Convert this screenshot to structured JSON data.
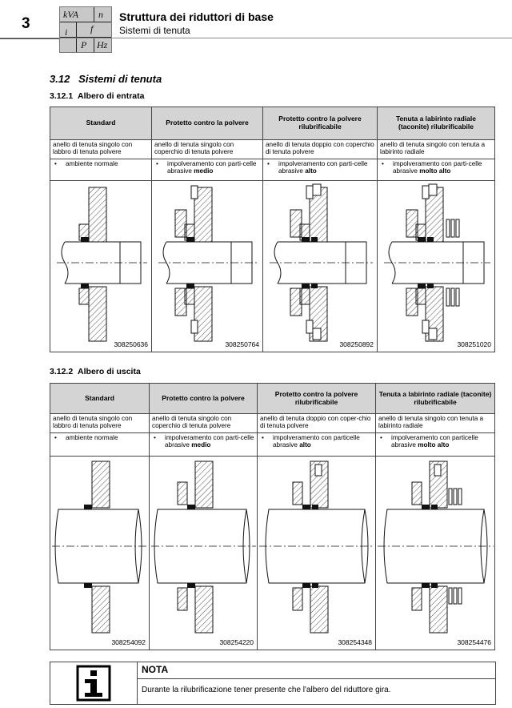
{
  "header": {
    "chapter_number": "3",
    "title": "Struttura dei riduttori di base",
    "subtitle": "Sistemi di tenuta",
    "logo": {
      "symbols": [
        "kVA",
        "n",
        "f",
        "i",
        "P",
        "Hz"
      ]
    }
  },
  "section": {
    "number": "3.12",
    "title": "Sistemi di tenuta"
  },
  "tables": [
    {
      "number": "3.12.1",
      "title": "Albero di entrata",
      "columns": [
        {
          "header": "Standard",
          "description": "anello di tenuta singolo con labbro di tenuta polvere",
          "bullet": "•",
          "application_prefix": "ambiente normale",
          "application_bold": "",
          "code": "308250636"
        },
        {
          "header": "Protetto contro la polvere",
          "description": "anello di tenuta singolo con coperchio di tenuta polvere",
          "bullet": "•",
          "application_prefix": "impolveramento con parti-celle abrasive",
          "application_bold": "medio",
          "code": "308250764"
        },
        {
          "header": "Protetto contro la polvere rilubrificabile",
          "description": "anello di tenuta doppio con coperchio di tenuta polvere",
          "bullet": "•",
          "application_prefix": "impolveramento con parti-celle abrasive",
          "application_bold": "alto",
          "code": "308250892"
        },
        {
          "header": "Tenuta a labirinto radiale (taconite) rilubrificabile",
          "description": "anello di tenuta singolo con tenuta a labirinto radiale",
          "bullet": "•",
          "application_prefix": "impolveramento con parti-celle abrasive",
          "application_bold": "molto alto",
          "code": "308251020"
        }
      ]
    },
    {
      "number": "3.12.2",
      "title": "Albero di uscita",
      "columns": [
        {
          "header": "Standard",
          "description": "anello di tenuta singolo con labbro di tenuta polvere",
          "bullet": "•",
          "application_prefix": "ambiente normale",
          "application_bold": "",
          "code": "308254092"
        },
        {
          "header": "Protetto contro la polvere",
          "description": "anello di tenuta singolo con coperchio di tenuta polvere",
          "bullet": "•",
          "application_prefix": "impolveramento con parti-celle abrasive",
          "application_bold": "medio",
          "code": "308254220"
        },
        {
          "header": "Protetto contro la polvere rilubrificabile",
          "description": "anello di tenuta doppio con coper-chio di tenuta polvere",
          "bullet": "•",
          "application_prefix": "impolveramento con particelle abrasive",
          "application_bold": "alto",
          "code": "308254348"
        },
        {
          "header": "Tenuta a labirinto radiale (taconite) rilubrificabile",
          "description": "anello di tenuta singolo con tenuta a labirinto radiale",
          "bullet": "•",
          "application_prefix": "impolveramento con particelle abrasive",
          "application_bold": "molto alto",
          "code": "308254476"
        }
      ]
    }
  ],
  "note": {
    "title": "NOTA",
    "icon": "info-icon",
    "text": "Durante la rilubrificazione tener presente che l'albero del riduttore gira."
  }
}
